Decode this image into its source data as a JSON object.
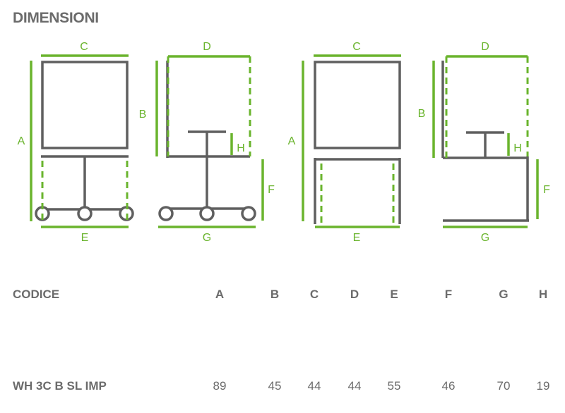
{
  "title": "DIMENSIONI",
  "drawing_labels": {
    "fig1": {
      "top": "C",
      "left": "A",
      "bottom": "E"
    },
    "fig2": {
      "top": "D",
      "left": "B",
      "h": "H",
      "right": "F",
      "bottom": "G"
    },
    "fig3": {
      "top": "C",
      "left": "A",
      "bottom": "E"
    },
    "fig4": {
      "top": "D",
      "left": "B",
      "h": "H",
      "right": "F",
      "bottom": "G"
    }
  },
  "table": {
    "headers": [
      "CODICE",
      "A",
      "B",
      "C",
      "D",
      "E",
      "F",
      "G",
      "H"
    ],
    "row": [
      "WH 3C B SL IMP",
      "89",
      "45",
      "44",
      "44",
      "55",
      "46",
      "70",
      "19"
    ]
  },
  "colors": {
    "accent": "#6ab42d",
    "drawing": "#5f5f5f",
    "text": "#6b6b6b"
  }
}
